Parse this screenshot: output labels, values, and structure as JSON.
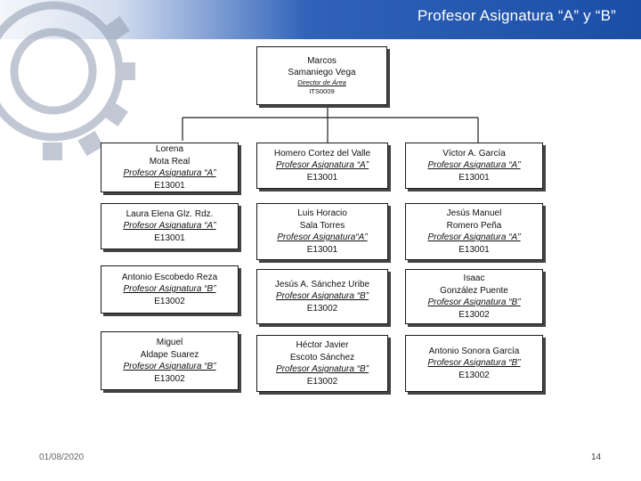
{
  "slide": {
    "title": "Profesor Asignatura “A” y “B”",
    "date": "01/08/2020",
    "page_number": "14"
  },
  "org": {
    "director": {
      "name_line1": "Marcos",
      "name_line2": "Samaniego Vega",
      "role": "Director de Área",
      "code": "ITS0009"
    },
    "staff": [
      {
        "lines": [
          "Lorena",
          "Mota Real"
        ],
        "role": "Profesor Asignatura “A”",
        "code": "E13001"
      },
      {
        "lines": [
          "Homero Cortez del Valle"
        ],
        "role": "Profesor Asignatura “A”",
        "code": "E13001"
      },
      {
        "lines": [
          "Víctor A. García"
        ],
        "role": "Profesor Asignatura “A”",
        "code": "E13001"
      },
      {
        "lines": [
          "Laura Elena Glz. Rdz."
        ],
        "role": "Profesor Asignatura “A”",
        "code": "E13001"
      },
      {
        "lines": [
          "Luis Horacio",
          "Sala Torres"
        ],
        "role": "Profesor Asignatura“A”",
        "code": "E13001"
      },
      {
        "lines": [
          "Jesús Manuel",
          "Romero Peña"
        ],
        "role": "Profesor Asignatura “A”",
        "code": "E13001"
      },
      {
        "lines": [
          "Antonio Escobedo Reza"
        ],
        "role": "Profesor Asignatura “B”",
        "code": "E13002"
      },
      {
        "lines": [
          "Jesús A. Sánchez Uribe"
        ],
        "role": "Profesor Asignatura “B”",
        "code": "E13002"
      },
      {
        "lines": [
          "Isaac",
          "González Puente"
        ],
        "role": "Profesor Asignatura “B”",
        "code": "E13002"
      },
      {
        "lines": [
          "Miguel",
          "Aldape Suarez"
        ],
        "role": "Profesor Asignatura “B”",
        "code": "E13002"
      },
      {
        "lines": [
          "Héctor Javier",
          "Escoto Sánchez"
        ],
        "role": "Profesor Asignatura “B”",
        "code": "E13002"
      },
      {
        "lines": [
          "Antonio Sonora García"
        ],
        "role": "Profesor Asignatura “B”",
        "code": "E13002"
      }
    ]
  },
  "colors": {
    "header_blue": "#1b4ea6",
    "box_border": "#1a1a1a"
  }
}
